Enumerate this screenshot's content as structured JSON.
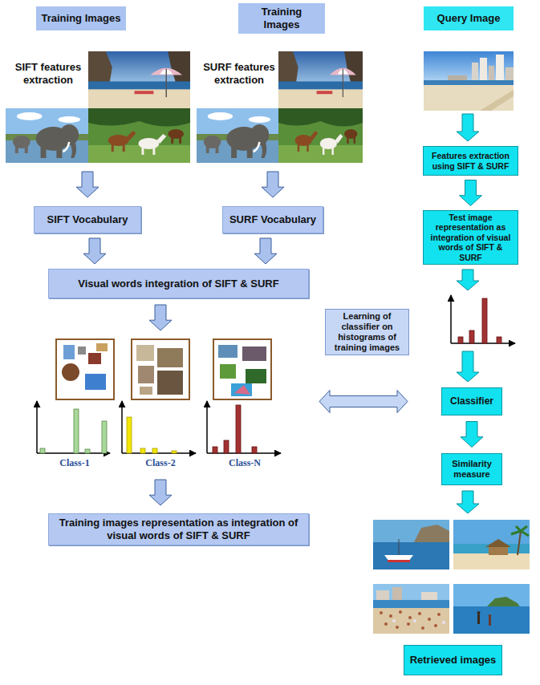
{
  "diagram": {
    "nodes": [
      {
        "text": [
          "Training Images"
        ]
      },
      {
        "text": [
          "Training Images"
        ]
      },
      {
        "text": [
          "Query Image"
        ]
      },
      {
        "text": [
          "SIFT features extraction"
        ]
      },
      {
        "text": [
          "SURF features extraction"
        ]
      },
      {
        "text": [
          "Features extraction using SIFT & SURF"
        ]
      },
      {
        "text": [
          "SIFT Vocabulary"
        ]
      },
      {
        "text": [
          "SURF Vocabulary"
        ]
      },
      {
        "text": [
          "Test image representation as integration of visual words of SIFT & SURF"
        ]
      },
      {
        "text": [
          "Visual words integration of SIFT & SURF"
        ]
      },
      {
        "text": [
          "Learning of classifier on histograms of training images"
        ]
      },
      {
        "text": [
          "Class-1"
        ]
      },
      {
        "text": [
          "Class-2"
        ]
      },
      {
        "text": [
          "Class-N"
        ]
      },
      {
        "text": [
          "Classifier"
        ]
      },
      {
        "text": [
          "Similarity measure"
        ]
      },
      {
        "text": [
          "Training images representation as integration of visual words of SIFT & SURF"
        ]
      },
      {
        "text": [
          "Retrieved images"
        ]
      }
    ],
    "edges": [
      {
        "from": 3,
        "to": 6,
        "arrow": "to"
      },
      {
        "from": 4,
        "to": 7,
        "arrow": "to"
      },
      {
        "from": 5,
        "to": 8,
        "arrow": "to"
      },
      {
        "from": 6,
        "to": 9,
        "arrow": "to"
      },
      {
        "from": 7,
        "to": 9,
        "arrow": "to"
      },
      {
        "from": 9,
        "to": 12,
        "arrow": "to"
      },
      {
        "from": 13,
        "to": 14,
        "arrow": "both"
      },
      {
        "from": 12,
        "to": 16,
        "arrow": "to"
      },
      {
        "from": 14,
        "to": 15,
        "arrow": "to"
      }
    ]
  }
}
